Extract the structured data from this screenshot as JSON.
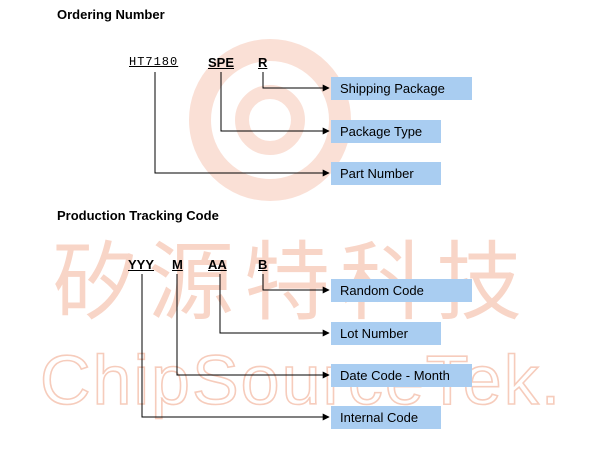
{
  "watermark": {
    "cjk": "矽源特科技",
    "latin": "ChipSourceTek."
  },
  "ordering": {
    "heading": "Ordering Number",
    "codes": [
      "HT7180",
      "SPE",
      "R"
    ],
    "labels": [
      "Shipping Package",
      "Package Type",
      "Part Number"
    ]
  },
  "tracking": {
    "heading": "Production Tracking Code",
    "codes": [
      "YYY",
      "M",
      "AA",
      "B"
    ],
    "labels": [
      "Random Code",
      "Lot Number",
      "Date Code - Month",
      "Internal Code"
    ]
  },
  "colors": {
    "label_box": "#a9cdf1",
    "watermark": "#f6c7b5",
    "line": "#000000"
  }
}
